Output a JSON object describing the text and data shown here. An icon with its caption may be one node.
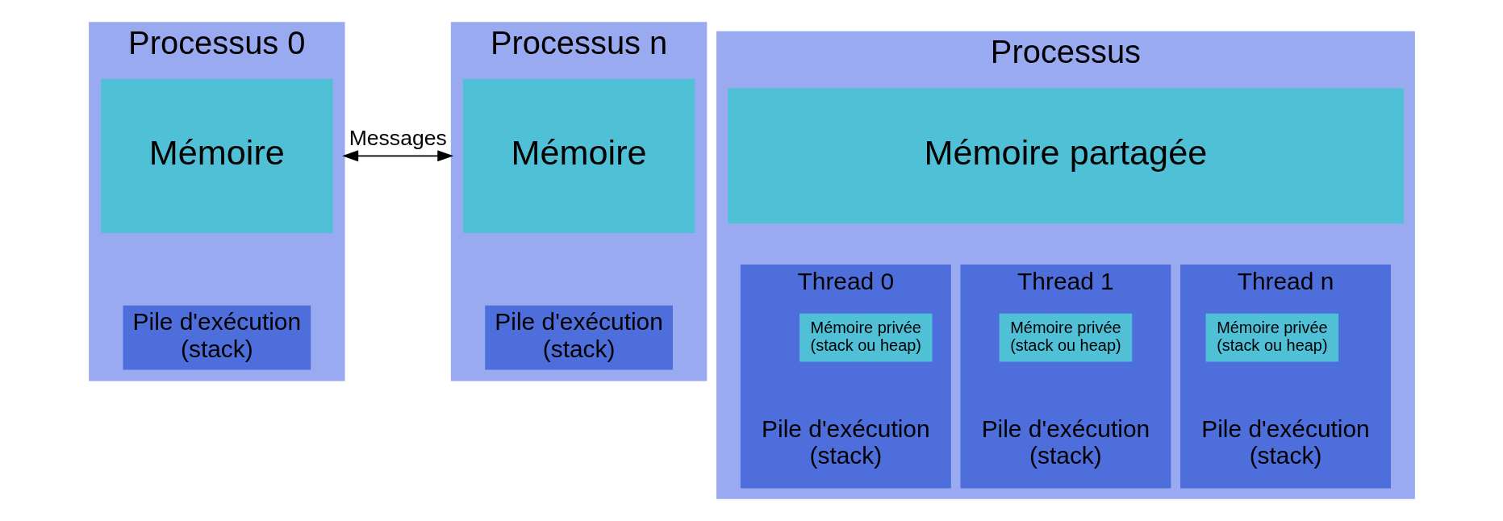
{
  "diagram": {
    "nodes": [
      {
        "text": [
          "Processus 0"
        ]
      },
      {
        "text": [
          "Mémoire"
        ],
        "in": 0
      },
      {
        "text": [
          "Pile d'exécution (stack)"
        ],
        "in": 0
      },
      {
        "text": [
          "Processus n"
        ]
      },
      {
        "text": [
          "Mémoire"
        ],
        "in": 3
      },
      {
        "text": [
          "Pile d'exécution (stack)"
        ],
        "in": 3
      },
      {
        "text": [
          "Processus"
        ]
      },
      {
        "text": [
          "Mémoire partagée"
        ],
        "in": 6
      },
      {
        "text": [
          "Thread 0"
        ],
        "in": 6
      },
      {
        "text": [
          "Mémoire privée (stack ou heap)"
        ],
        "in": 8
      },
      {
        "text": [
          "Pile d'exécution (stack)"
        ],
        "in": 8
      },
      {
        "text": [
          "Thread 1"
        ],
        "in": 6
      },
      {
        "text": [
          "Mémoire privée (stack ou heap)"
        ],
        "in": 11
      },
      {
        "text": [
          "Pile d'exécution (stack)"
        ],
        "in": 11
      },
      {
        "text": [
          "Thread n"
        ],
        "in": 6
      },
      {
        "text": [
          "Mémoire privée (stack ou heap)"
        ],
        "in": 14
      },
      {
        "text": [
          "Pile d'exécution (stack)"
        ],
        "in": 14
      }
    ],
    "edges": [
      {
        "from": 0,
        "to": 3,
        "arrow": "both",
        "label": "Messages"
      }
    ]
  }
}
